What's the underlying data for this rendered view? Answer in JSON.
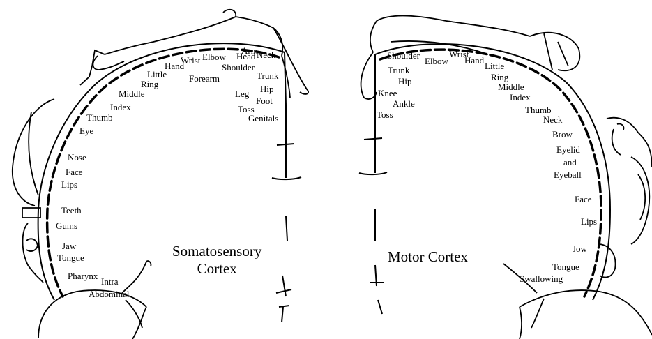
{
  "somatosensory": {
    "title": "Somatosensory\nCortex",
    "labels": [
      "Arm",
      "Neck",
      "Head",
      "Elbow",
      "Wrist",
      "Hand",
      "Shoulder",
      "Little",
      "Trunk",
      "Forearm",
      "Ring",
      "Hip",
      "Middle",
      "Leg",
      "Foot",
      "Index",
      "Toss",
      "Genitals",
      "Thumb",
      "Eye",
      "Nose",
      "Face",
      "Lips",
      "Teeth",
      "Gums",
      "Jaw",
      "Tongue",
      "Pharynx",
      "Intra",
      "Abdominal"
    ]
  },
  "motor": {
    "title": "Motor Cortex",
    "labels": [
      "Shoulder",
      "Elbow",
      "Wrist",
      "Hand",
      "Trunk",
      "Hip",
      "Little",
      "Ring",
      "Middle",
      "Knee",
      "Index",
      "Ankle",
      "Toss",
      "Thumb",
      "Neck",
      "Brow",
      "Eyelid",
      "and",
      "Eyeball",
      "Face",
      "Lips",
      "Jow",
      "Tongue",
      "Swallowing"
    ]
  },
  "colors": {
    "ink": "#000000",
    "background": "#ffffff"
  }
}
